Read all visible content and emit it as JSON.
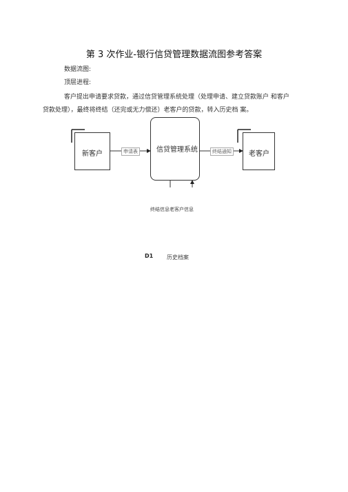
{
  "doc": {
    "title": "第 3 次作业-银行信贷管理数据流图参考答案",
    "heading_dfd": "数据流图:",
    "heading_top": "顶层进程:",
    "desc_line1": "客户提出申请要求贷款，通过信贷管理系统处理（处理申请、建立贷款账户  和客户",
    "desc_line2": "贷款处理），最终将终结（还完或无力偿还）老客户的贷款，转入历史档  案。"
  },
  "diagram": {
    "entity_new": "新客户",
    "process": "信贷管理系统",
    "entity_old": "老客户",
    "flow_apply": "申请表",
    "flow_end": "终结通知",
    "flow_below": "终结信息老客户信息",
    "store_id": "D1",
    "store_name": "历史档案"
  }
}
